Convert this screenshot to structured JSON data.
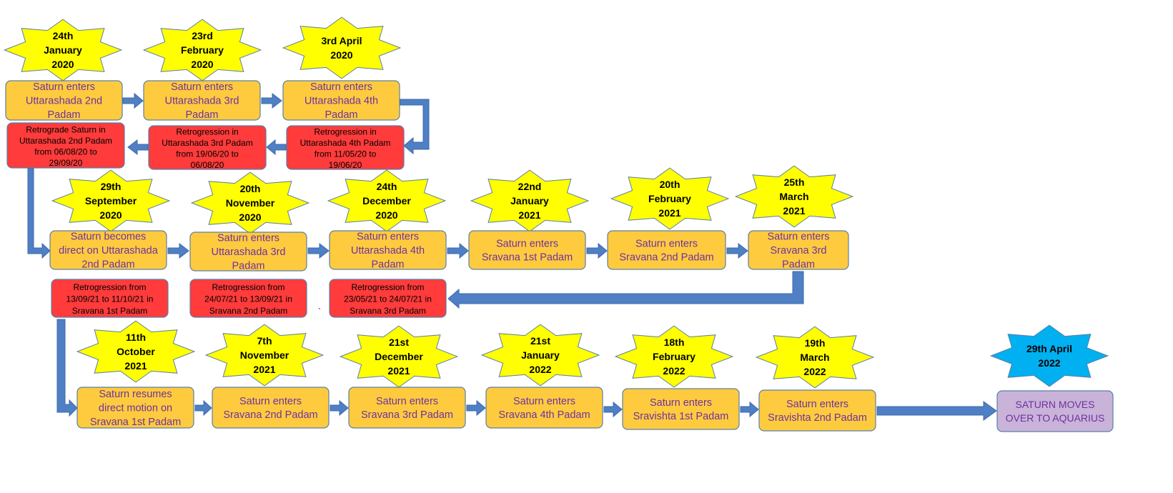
{
  "colors": {
    "event_box": "#fecb3e",
    "retro_box": "#ff3b3b",
    "star": "#ffff00",
    "final_star": "#00b0f0",
    "final_box": "#c9b3d9",
    "arrow": "#4f7fc4",
    "border": "#5b7fa6",
    "event_text": "#7030a0"
  },
  "stars": [
    {
      "lines": [
        "24th",
        "January",
        "2020"
      ]
    },
    {
      "lines": [
        "23rd",
        "February",
        "2020"
      ]
    },
    {
      "lines": [
        "3rd April",
        "2020"
      ]
    },
    {
      "lines": [
        "29th",
        "September",
        "2020"
      ]
    },
    {
      "lines": [
        "20th",
        "November",
        "2020"
      ]
    },
    {
      "lines": [
        "24th",
        "December",
        "2020"
      ]
    },
    {
      "lines": [
        "22nd",
        "January",
        "2021"
      ]
    },
    {
      "lines": [
        "20th",
        "February",
        "2021"
      ]
    },
    {
      "lines": [
        "25th",
        "March",
        "2021"
      ]
    },
    {
      "lines": [
        "11th",
        "October",
        "2021"
      ]
    },
    {
      "lines": [
        "7th",
        "November",
        "2021"
      ]
    },
    {
      "lines": [
        "21st",
        "December",
        "2021"
      ]
    },
    {
      "lines": [
        "21st",
        "January",
        "2022"
      ]
    },
    {
      "lines": [
        "18th",
        "February",
        "2022"
      ]
    },
    {
      "lines": [
        "19th",
        "March",
        "2022"
      ]
    },
    {
      "lines": [
        "29th April",
        "2022"
      ]
    }
  ],
  "events": [
    {
      "lines": [
        "Saturn enters",
        "Uttarashada 2nd",
        "Padam"
      ]
    },
    {
      "lines": [
        "Saturn enters",
        "Uttarashada 3rd",
        "Padam"
      ]
    },
    {
      "lines": [
        "Saturn enters",
        "Uttarashada 4th",
        "Padam"
      ]
    },
    {
      "lines": [
        "Saturn becomes",
        "direct on Uttarashada",
        "2nd Padam"
      ]
    },
    {
      "lines": [
        "Saturn enters",
        "Uttarashada 3rd",
        "Padam"
      ]
    },
    {
      "lines": [
        "Saturn enters",
        "Uttarashada 4th",
        "Padam"
      ]
    },
    {
      "lines": [
        "Saturn enters",
        "Sravana 1st Padam"
      ]
    },
    {
      "lines": [
        "Saturn enters",
        "Sravana 2nd Padam"
      ]
    },
    {
      "lines": [
        "Saturn enters",
        "Sravana 3rd",
        "Padam"
      ]
    },
    {
      "lines": [
        "Saturn resumes",
        "direct motion on",
        "Sravana 1st Padam"
      ]
    },
    {
      "lines": [
        "Saturn enters",
        "Sravana 2nd Padam"
      ]
    },
    {
      "lines": [
        "Saturn enters",
        "Sravana 3rd Padam"
      ]
    },
    {
      "lines": [
        "Saturn enters",
        "Sravana 4th Padam"
      ]
    },
    {
      "lines": [
        "Saturn enters",
        "Sravishta 1st Padam"
      ]
    },
    {
      "lines": [
        "Saturn enters",
        "Sravishta 2nd Padam"
      ]
    },
    {
      "lines": [
        "SATURN MOVES",
        "OVER TO AQUARIUS"
      ]
    }
  ],
  "retrogressions": [
    {
      "lines": [
        "Retrograde Saturn  in",
        "Uttarashada 2nd  Padam",
        "from 06/08/20  to",
        "29/09/20"
      ]
    },
    {
      "lines": [
        "Retrogression in",
        "Uttarashada 3rd Padam",
        "from 19/06/20 to",
        "06/08/20"
      ]
    },
    {
      "lines": [
        "Retrogression in",
        "Uttarashada 4th Padam",
        "from 11/05/20 to",
        "19/06/20"
      ]
    },
    {
      "lines": [
        "Retrogression  from",
        "13/09/21 to 11/10/21 in",
        "Sravana 1st Padam"
      ]
    },
    {
      "lines": [
        "Retrogression  from",
        "24/07/21 to 13/09/21 in",
        "Sravana 2nd Padam"
      ]
    },
    {
      "lines": [
        "Retrogression  from",
        "23/05/21 to 24/07/21 in",
        "Sravana 3rd Padam"
      ]
    }
  ],
  "stray_mark": "`"
}
